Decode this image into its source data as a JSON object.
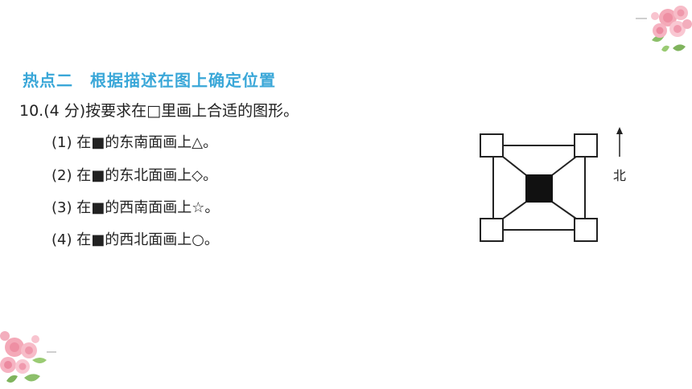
{
  "section": {
    "title": "热点二　根据描述在图上确定位置"
  },
  "question": {
    "text": "10.(4 分)按要求在□里画上合适的图形。",
    "items": [
      "(1) 在■的东南面画上△。",
      "(2) 在■的东北面画上◇。",
      "(3) 在■的西南面画上☆。",
      "(4) 在■的西北面画上○。"
    ]
  },
  "diagram": {
    "north_label": "北"
  },
  "colors": {
    "title": "#3aa7d8",
    "text": "#222222",
    "center_square": "#111111"
  },
  "decorations": {
    "top_right": "flower-bouquet-icon",
    "bottom_left": "flower-bouquet-icon"
  }
}
